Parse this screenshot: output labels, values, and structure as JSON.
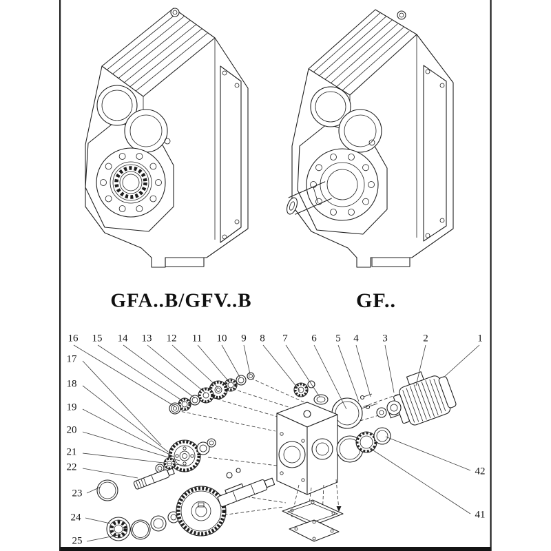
{
  "models": {
    "left_label": "GFA..B/GFV..B",
    "right_label": "GF.."
  },
  "callouts": {
    "top_row": [
      "16",
      "15",
      "14",
      "13",
      "12",
      "11",
      "10",
      "9",
      "8",
      "7",
      "6",
      "5",
      "4",
      "3",
      "2",
      "1"
    ],
    "left_column": [
      "17",
      "18",
      "19",
      "20",
      "21",
      "22",
      "23",
      "24",
      "25"
    ],
    "right_column": [
      "42",
      "41"
    ]
  },
  "colors": {
    "ink": "#1f1f1f",
    "paper": "#ffffff"
  }
}
